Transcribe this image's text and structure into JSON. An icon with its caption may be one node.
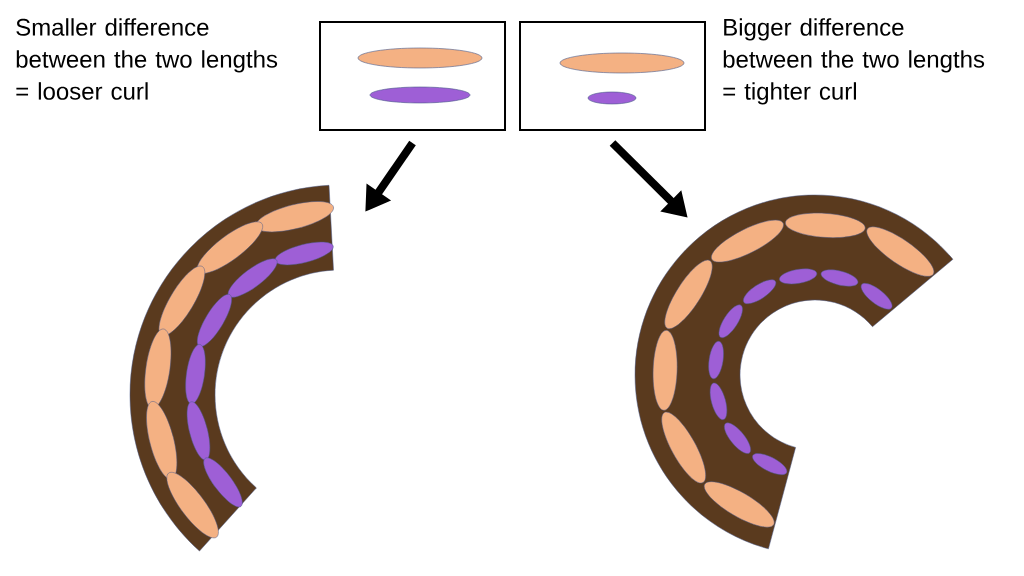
{
  "diagram": {
    "nodes": [
      {
        "text": [
          "Smaller difference between the two lengths = looser curl"
        ]
      },
      {
        "text": [
          "Bigger difference between the two lengths = tighter curl"
        ]
      },
      {
        "text": [],
        "shape": "picture"
      },
      {
        "text": [],
        "shape": "picture"
      }
    ],
    "edges": [
      {
        "from": 0,
        "to": 2,
        "arrow": "to"
      },
      {
        "from": 1,
        "to": 3,
        "arrow": "to"
      }
    ]
  }
}
